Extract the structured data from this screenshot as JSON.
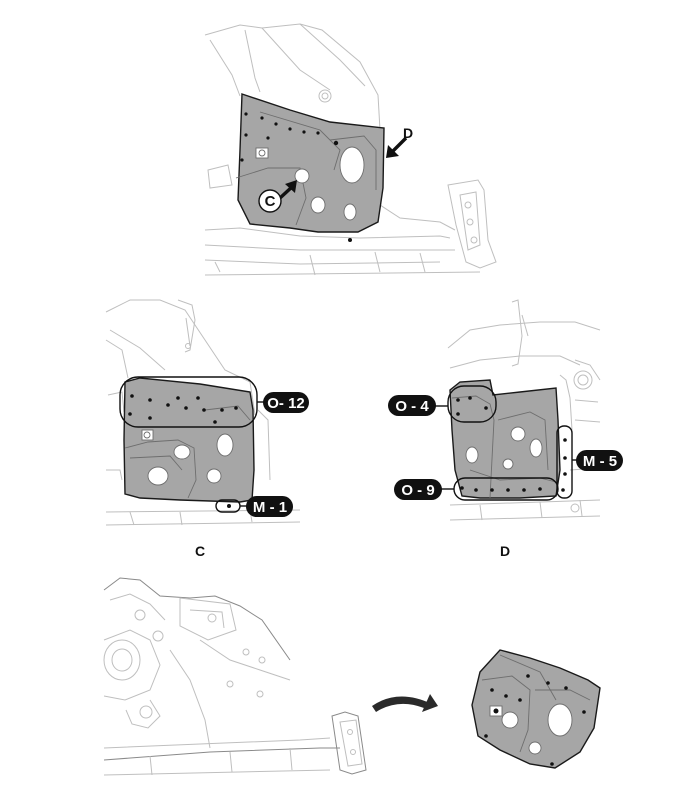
{
  "view_markers": {
    "c": "C",
    "d": "D"
  },
  "captions": {
    "left": "C",
    "right": "D"
  },
  "tags": {
    "o12": "O- 12",
    "m1": "M - 1",
    "o4": "O - 4",
    "m5": "M - 5",
    "o9": "O - 9"
  },
  "colors": {
    "panel_fill": "#a6a6a6",
    "line_light": "#bfbfbf",
    "ink": "#111111"
  }
}
